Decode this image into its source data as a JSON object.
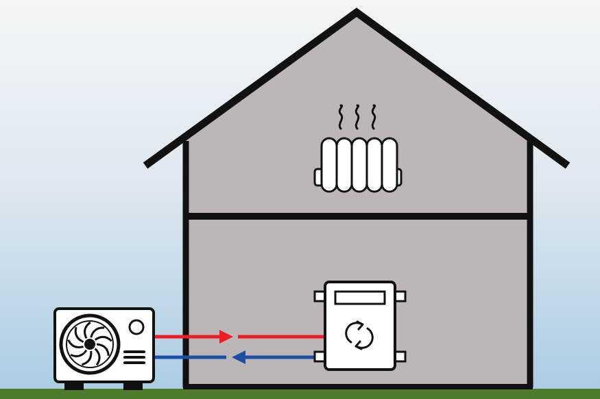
{
  "colors": {
    "sky_top": "#f2f5f7",
    "sky_bottom": "#aecde3",
    "ground": "#4d7a2c",
    "house_fill": "#bcb6b6",
    "outline": "#111111",
    "appliance_fill": "#ffffff",
    "flow_hot": "#ee1c25",
    "flow_cold": "#1b4fa3"
  },
  "components": {
    "outdoor_unit": {
      "icon": "heat-pump-fan-icon"
    },
    "indoor_unit": {
      "icon": "cycle-arrows-icon"
    },
    "radiator": {
      "icon": "radiator-icon",
      "heat": "steam-waves-icon"
    }
  },
  "flows": {
    "supply": {
      "direction": "outdoor-to-indoor",
      "color": "red"
    },
    "return": {
      "direction": "indoor-to-outdoor",
      "color": "blue"
    }
  }
}
